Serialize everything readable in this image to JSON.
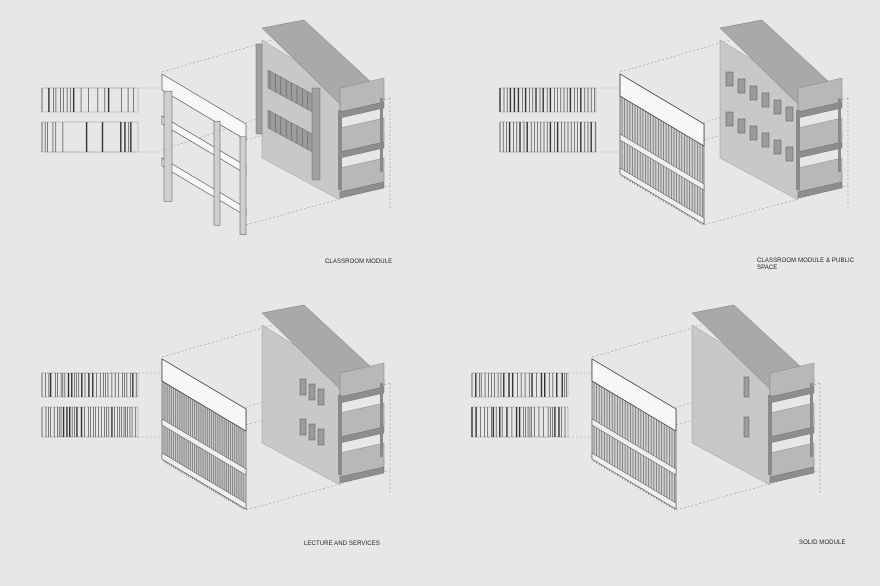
{
  "figure": {
    "background": "#e7e7e7",
    "palette": {
      "slab_top": "#a9a9a9",
      "slab_side": "#8e8e8e",
      "wall": "#c8c8c8",
      "screen_face": "#f7f7f7",
      "fins": "#777777",
      "guide": "#9a9a9a",
      "window": "#bdbdbd"
    },
    "modules": [
      {
        "caption": "CLASSROOM MODULE",
        "screen_style": "frame",
        "wall_style": "glazed",
        "elevation_style": "sparse"
      },
      {
        "caption": "CLASSROOM MODULE & PUBLIC\nSPACE",
        "screen_style": "fins",
        "wall_style": "windows",
        "elevation_style": "regular"
      },
      {
        "caption": "LECTURE AND SERVICES",
        "screen_style": "fins",
        "wall_style": "small-windows",
        "elevation_style": "dense"
      },
      {
        "caption": "SOLID MODULE",
        "screen_style": "fins",
        "wall_style": "solid",
        "elevation_style": "mixed"
      }
    ]
  }
}
